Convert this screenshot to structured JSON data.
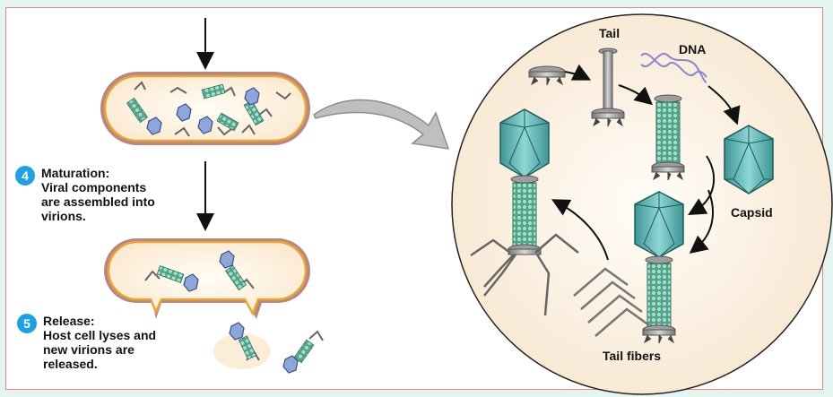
{
  "steps": [
    {
      "number": "4",
      "title": "Maturation:",
      "lines": [
        "Viral components",
        "are assembled into",
        "virions."
      ]
    },
    {
      "number": "5",
      "title": "Release:",
      "lines": [
        "Host cell lyses and",
        "new virions are",
        "released."
      ]
    }
  ],
  "labels": {
    "tail": "Tail",
    "dna": "DNA",
    "capsid": "Capsid",
    "tail_fibers": "Tail fibers"
  },
  "colors": {
    "badge": "#1fa0e0",
    "frame_border": "#e08a7a",
    "background": "#e3f4f1",
    "cell_fill": "#fdf0de",
    "cell_wall": "#e6a63a",
    "capsid": "#5cb3b3",
    "tail_beads": "#7fc9b2",
    "dna": "#8a86cf"
  }
}
